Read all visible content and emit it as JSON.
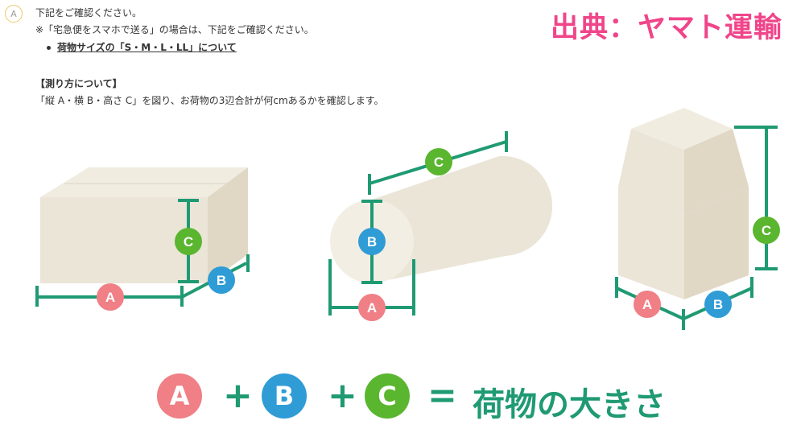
{
  "badge": "A",
  "text": {
    "line1": "下記をご確認ください。",
    "line2": "※「宅急便をスマホで送る」の場合は、下記をご確認ください。",
    "bullet_link": "荷物サイズの「S・M・L・LL」について",
    "measure_heading": "【測り方について】",
    "measure_body": "「縦 A・横 B・高さ C」を図り、お荷物の3辺合計が何cmあるかを確認します。"
  },
  "source_label": "出典：ヤマト運輸",
  "labels": {
    "a": "A",
    "b": "B",
    "c": "C"
  },
  "formula": {
    "plus": "+",
    "equals": "=",
    "result": "荷物の大きさ"
  },
  "colors": {
    "a": "#f07f86",
    "b": "#2f9cd6",
    "c": "#5ab52f",
    "dimension_line": "#1f9a73",
    "source": "#f0458a"
  }
}
